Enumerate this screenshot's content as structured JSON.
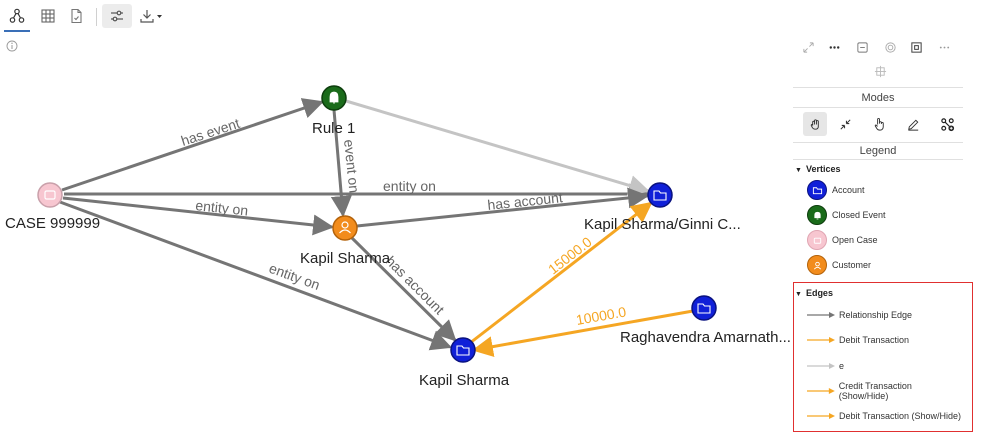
{
  "toolbar": {
    "buttons": [
      "graph-view-icon",
      "table-view-icon",
      "document-icon",
      "filter-settings-icon",
      "download-icon"
    ]
  },
  "graph": {
    "nodes": {
      "case": {
        "label": "CASE 999999",
        "color": "#f7c6d0"
      },
      "rule": {
        "label": "Rule 1",
        "color": "#1a6b1a"
      },
      "kapil_customer": {
        "label": "Kapil Sharma",
        "color": "#f28c1c"
      },
      "kapil_ginni": {
        "label": "Kapil Sharma/Ginni C...",
        "color": "#1020d8"
      },
      "kapil_account": {
        "label": "Kapil Sharma",
        "color": "#1020d8"
      },
      "raghavendra": {
        "label": "Raghavendra Amarnath...",
        "color": "#1020d8"
      }
    },
    "edges": {
      "has_event": "has event",
      "event_on": "event on",
      "entity_on_1": "entity on",
      "entity_on_2": "entity on",
      "entity_on_3": "entity on",
      "has_account_1": "has account",
      "has_account_2": "has account",
      "amount_1": "15000.0",
      "amount_2": "10000.0"
    },
    "colors": {
      "gray_edge": "#757575",
      "light_edge": "#c4c4c4",
      "orange_edge": "#f5a623"
    }
  },
  "panel": {
    "modes_title": "Modes",
    "legend_title": "Legend",
    "vertices_title": "Vertices",
    "vertices": [
      {
        "label": "Account",
        "color": "#1020d8",
        "icon": "folder-icon"
      },
      {
        "label": "Closed Event",
        "color": "#1a6b1a",
        "icon": "bell-icon"
      },
      {
        "label": "Open Case",
        "color": "#f7c6d0",
        "icon": "case-icon"
      },
      {
        "label": "Customer",
        "color": "#f28c1c",
        "icon": "person-icon"
      }
    ],
    "edges_title": "Edges",
    "edges": [
      {
        "label": "Relationship Edge",
        "color": "#757575"
      },
      {
        "label": "Debit Transaction",
        "color": "#f5a623"
      },
      {
        "label": "e",
        "color": "#c4c4c4"
      },
      {
        "label": "Credit Transaction (Show/Hide)",
        "color": "#f5a623"
      },
      {
        "label": "Debit Transaction (Show/Hide)",
        "color": "#f5a623"
      }
    ]
  }
}
